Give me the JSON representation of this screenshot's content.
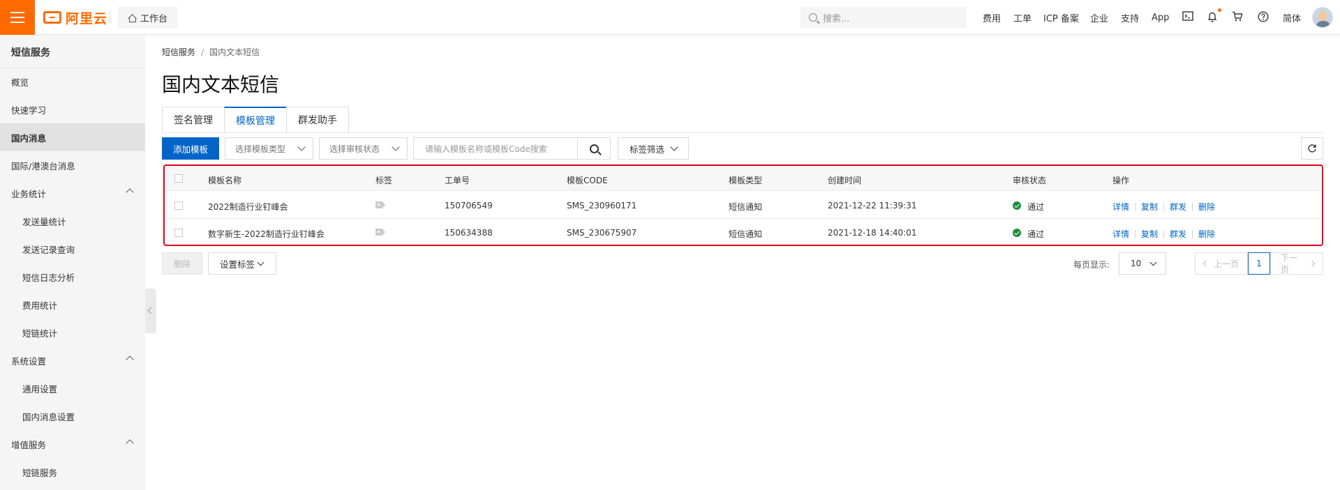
{
  "header": {
    "brand": "阿里云",
    "workbench": "工作台",
    "search_placeholder": "搜索...",
    "nav": [
      "费用",
      "工单",
      "ICP 备案",
      "企业",
      "支持",
      "App"
    ],
    "language": "简体",
    "brand_color": "#ff6a00"
  },
  "sidebar": {
    "title": "短信服务",
    "items": [
      {
        "label": "概览",
        "level": 1
      },
      {
        "label": "快速学习",
        "level": 1
      },
      {
        "label": "国内消息",
        "level": 1,
        "active": true
      },
      {
        "label": "国际/港澳台消息",
        "level": 1
      },
      {
        "label": "业务统计",
        "level": 1,
        "group": true
      },
      {
        "label": "发送量统计",
        "level": 2
      },
      {
        "label": "发送记录查询",
        "level": 2
      },
      {
        "label": "短信日志分析",
        "level": 2
      },
      {
        "label": "费用统计",
        "level": 2
      },
      {
        "label": "短链统计",
        "level": 2
      },
      {
        "label": "系统设置",
        "level": 1,
        "group": true
      },
      {
        "label": "通用设置",
        "level": 2
      },
      {
        "label": "国内消息设置",
        "level": 2
      },
      {
        "label": "增值服务",
        "level": 1,
        "group": true
      },
      {
        "label": "短链服务",
        "level": 2
      }
    ]
  },
  "breadcrumb": {
    "root": "短信服务",
    "sep": "/",
    "current": "国内文本短信"
  },
  "page_title": "国内文本短信",
  "tabs": [
    {
      "label": "签名管理"
    },
    {
      "label": "模板管理",
      "active": true
    },
    {
      "label": "群发助手"
    }
  ],
  "toolbar": {
    "add_label": "添加模板",
    "type_select": "选择模板类型",
    "status_select": "选择审核状态",
    "search_placeholder": "请输入模板名称或模板Code搜索",
    "tag_filter": "标签筛选",
    "accent": "#0064c8"
  },
  "table": {
    "columns": [
      "模板名称",
      "标签",
      "工单号",
      "模板CODE",
      "模板类型",
      "创建时间",
      "审核状态",
      "操作"
    ],
    "rows": [
      {
        "name": "2022制造行业钉峰会",
        "order": "150706549",
        "code": "SMS_230960171",
        "type": "短信通知",
        "created": "2021-12-22 11:39:31",
        "status": "通过"
      },
      {
        "name": "数字新生-2022制造行业钉峰会",
        "order": "150634388",
        "code": "SMS_230675907",
        "type": "短信通知",
        "created": "2021-12-18 14:40:01",
        "status": "通过"
      }
    ],
    "actions": [
      "详情",
      "复制",
      "群发",
      "删除"
    ],
    "highlight_color": "#e0001b",
    "status_color": "#1e8e3e"
  },
  "footer": {
    "delete_label": "删除",
    "set_tag_label": "设置标签",
    "per_page_label": "每页显示:",
    "per_page_value": "10",
    "prev_label": "上一页",
    "next_label": "下一页",
    "current_page": "1"
  }
}
